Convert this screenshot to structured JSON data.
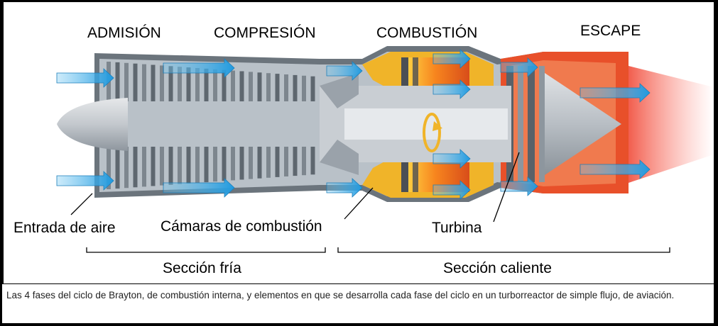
{
  "phases": {
    "admision": "ADMISIÓN",
    "compresion": "COMPRESIÓN",
    "combustion": "COMBUSTIÓN",
    "escape": "ESCAPE"
  },
  "labels": {
    "entrada_aire": "Entrada de aire",
    "camaras": "Cámaras de combustión",
    "turbina": "Turbina"
  },
  "sections": {
    "fria": "Sección fría",
    "caliente": "Sección caliente"
  },
  "caption": "Las 4 fases del ciclo de Brayton, de combustión interna, y elementos en que se desarrolla cada fase del ciclo en un turborreactor de simple flujo, de aviación.",
  "colors": {
    "cold_section": "#9aa4ae",
    "hot_section": "#e8502a",
    "combustor": "#f0b429",
    "flame": "#f06a1c",
    "airflow": "#2aa4e6"
  }
}
